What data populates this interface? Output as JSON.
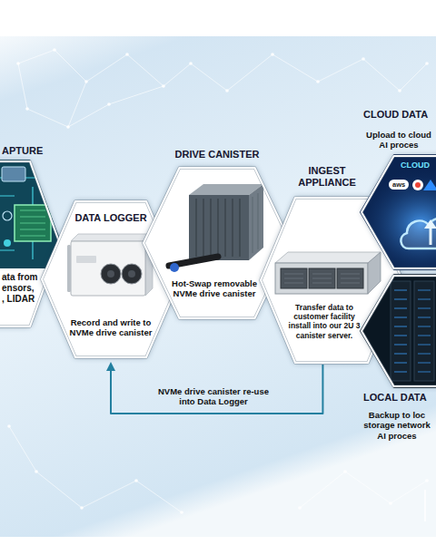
{
  "diagram": {
    "nodes": [
      {
        "text": [
          "APTURE",
          "ata from ensors, , LIDAR"
        ]
      },
      {
        "text": [
          "DATA LOGGER",
          "Record and write to NVMe drive canister"
        ]
      },
      {
        "text": [
          "DRIVE CANISTER",
          "Hot-Swap removable NVMe drive canister"
        ]
      },
      {
        "text": [
          "INGEST APPLIANCE",
          "Transfer data to customer facility install into our 2U 3 canister server."
        ]
      },
      {
        "text": [
          "CLOUD DATA",
          "Upload to cloud AI proces"
        ]
      },
      {
        "text": [
          "LOCAL DATA",
          "Backup to loc storage network AI proces"
        ]
      }
    ],
    "edges": [
      {
        "from": 3,
        "to": 1,
        "arrow": "to",
        "label": "NVMe drive canister re-use into Data Logger"
      }
    ],
    "labels": [
      "CLOUD",
      "aws"
    ]
  }
}
